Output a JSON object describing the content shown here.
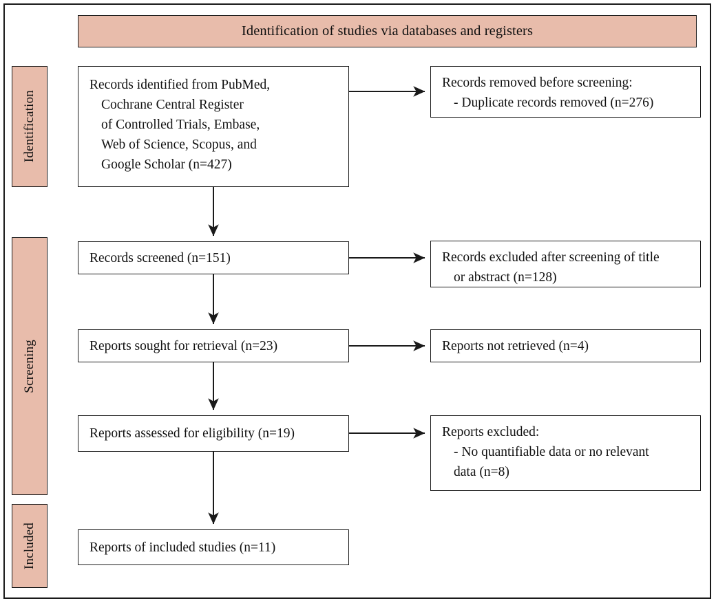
{
  "diagram": {
    "title": "PRISMA flow diagram",
    "accent_color": "#e8bcab",
    "line_color": "#1a1a1a",
    "box_background": "#ffffff"
  },
  "header": {
    "banner_label": "Identification of studies via databases and registers"
  },
  "stages": [
    {
      "id": "identification",
      "label": "Identification"
    },
    {
      "id": "screening",
      "label": "Screening"
    },
    {
      "id": "included",
      "label": "Included"
    }
  ],
  "boxes": {
    "identified": {
      "lines": [
        "Records identified from PubMed,",
        "Cochrane Central Register",
        "of Controlled Trials, Embase,",
        "Web of Science, Scopus, and",
        "Google Scholar (n=427)"
      ],
      "n": 427
    },
    "removed": {
      "lines": [
        "Records removed before screening:",
        "- Duplicate records removed (n=276)"
      ],
      "n": 276
    },
    "screened": {
      "lines": [
        "Records screened (n=151)"
      ],
      "n": 151
    },
    "excluded_screening": {
      "lines": [
        "Records excluded after screening of title",
        "or abstract (n=128)"
      ],
      "n": 128
    },
    "sought": {
      "lines": [
        "Reports sought for retrieval (n=23)"
      ],
      "n": 23
    },
    "not_retrieved": {
      "lines": [
        "Reports not retrieved (n=4)"
      ],
      "n": 4
    },
    "assessed": {
      "lines": [
        "Reports assessed for eligibility (n=19)"
      ],
      "n": 19
    },
    "excluded_reports": {
      "lines": [
        "Reports excluded:",
        "- No quantifiable data or no relevant",
        "data (n=8)"
      ],
      "n": 8
    },
    "included_studies": {
      "lines": [
        "Reports of included studies (n=11)"
      ],
      "n": 11
    }
  }
}
